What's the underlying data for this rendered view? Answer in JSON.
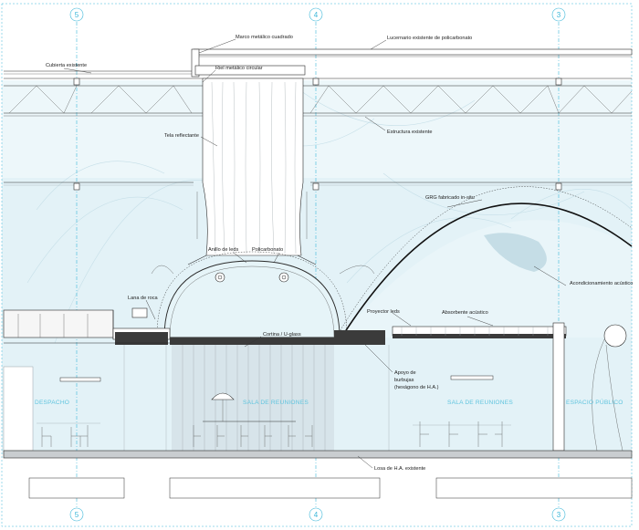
{
  "axes": {
    "left": "5",
    "center": "4",
    "right": "3"
  },
  "labels": {
    "marco": "Marco metálico cuadrado",
    "lucernario": "Lucernario existente de policarbonato",
    "cubierta": "Cubierta existente",
    "riel": "Riel metálico circular",
    "tela": "Tela reflectante",
    "estructura": "Estructura existente",
    "grg": "GRG fabricado in-situ",
    "anillo": "Anillo de leds",
    "policarbonato": "Policarbonato",
    "acondicionamiento": "Acondicionamiento acústico",
    "lana": "Lana de roca",
    "proyector": "Proyector leds",
    "absorbente": "Absorbente acústico",
    "cortina": "Cortina / U-glass",
    "apoyo_1": "Apoyo de",
    "apoyo_2": "burbujas",
    "apoyo_3": "(hexágono de H.A.)",
    "losa": "Losa de H.A. existente"
  },
  "rooms": {
    "despacho": "DESPACHO",
    "sala_1": "SALA DE REUNIONES",
    "sala_2": "SALA DE REUNIONES",
    "espacio": "ESPACIO PÚBLICO"
  },
  "colors": {
    "background": "#ffffff",
    "glass_tint": "#e6f4f8",
    "axis_line": "#3ab6d8",
    "room_text": "#5fc4de",
    "linework": "#2a2a2a",
    "slab": "#c9cdd0"
  }
}
